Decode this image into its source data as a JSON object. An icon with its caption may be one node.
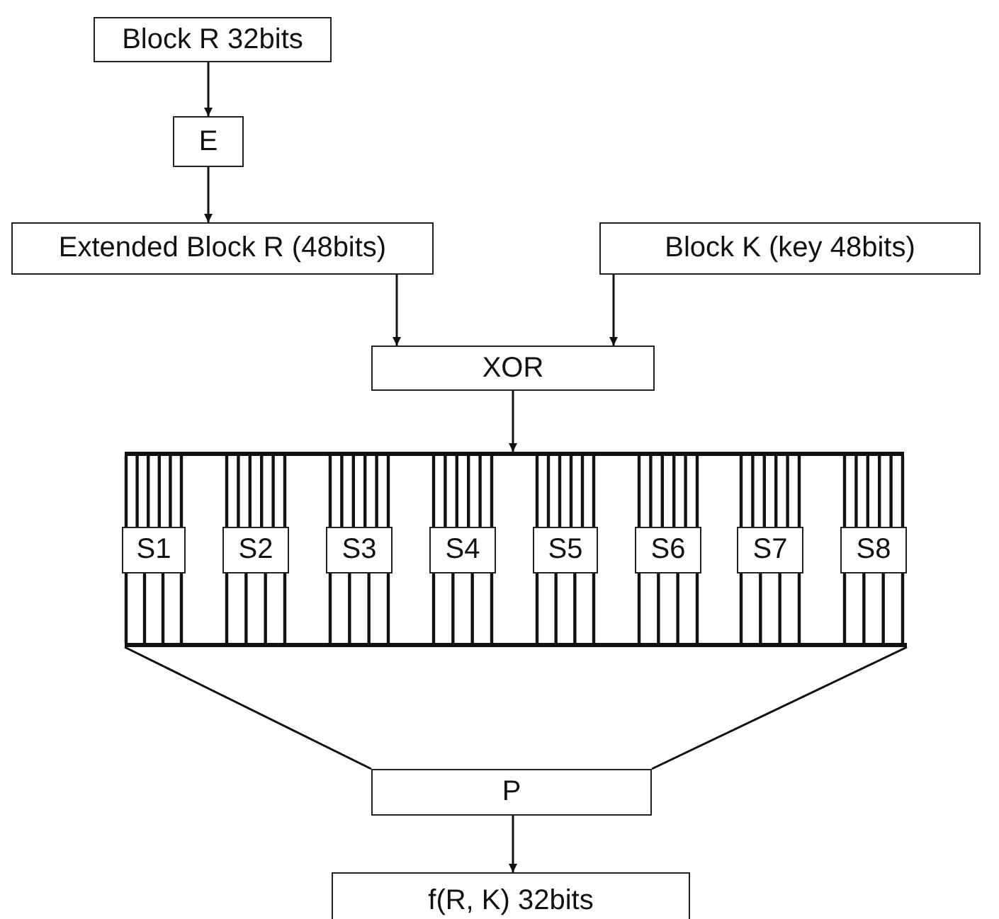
{
  "diagram": {
    "nodes": [
      {
        "text": [
          "Block R 32bits"
        ]
      },
      {
        "text": [
          "E"
        ]
      },
      {
        "text": [
          "Extended Block R (48bits)"
        ]
      },
      {
        "text": [
          "Block K (key 48bits)"
        ]
      },
      {
        "text": [
          "XOR"
        ]
      },
      {
        "text": [],
        "shape": "bar"
      },
      {
        "text": [
          "S1"
        ]
      },
      {
        "text": [
          "S2"
        ]
      },
      {
        "text": [
          "S3"
        ]
      },
      {
        "text": [
          "S4"
        ]
      },
      {
        "text": [
          "S5"
        ]
      },
      {
        "text": [
          "S6"
        ]
      },
      {
        "text": [
          "S7"
        ]
      },
      {
        "text": [
          "S8"
        ]
      },
      {
        "text": [],
        "shape": "bar"
      },
      {
        "text": [
          "P"
        ]
      },
      {
        "text": [
          "f(R, K) 32bits"
        ]
      }
    ],
    "edges": [
      {
        "from": 0,
        "to": 1,
        "arrow": "to"
      },
      {
        "from": 1,
        "to": 2,
        "arrow": "to"
      },
      {
        "from": 2,
        "to": 4,
        "arrow": "to"
      },
      {
        "from": 3,
        "to": 4,
        "arrow": "to"
      },
      {
        "from": 4,
        "to": 5,
        "arrow": "to"
      },
      {
        "from": 5,
        "to": 6,
        "arrow": "none"
      },
      {
        "from": 5,
        "to": 7,
        "arrow": "none"
      },
      {
        "from": 5,
        "to": 8,
        "arrow": "none"
      },
      {
        "from": 5,
        "to": 9,
        "arrow": "none"
      },
      {
        "from": 5,
        "to": 10,
        "arrow": "none"
      },
      {
        "from": 5,
        "to": 11,
        "arrow": "none"
      },
      {
        "from": 5,
        "to": 12,
        "arrow": "none"
      },
      {
        "from": 5,
        "to": 13,
        "arrow": "none"
      },
      {
        "from": 6,
        "to": 14,
        "arrow": "none"
      },
      {
        "from": 7,
        "to": 14,
        "arrow": "none"
      },
      {
        "from": 8,
        "to": 14,
        "arrow": "none"
      },
      {
        "from": 9,
        "to": 14,
        "arrow": "none"
      },
      {
        "from": 10,
        "to": 14,
        "arrow": "none"
      },
      {
        "from": 11,
        "to": 14,
        "arrow": "none"
      },
      {
        "from": 12,
        "to": 14,
        "arrow": "none"
      },
      {
        "from": 13,
        "to": 14,
        "arrow": "none"
      },
      {
        "from": 14,
        "to": 15,
        "arrow": "none"
      },
      {
        "from": 14,
        "to": 15,
        "arrow": "none"
      },
      {
        "from": 15,
        "to": 16,
        "arrow": "to"
      }
    ]
  }
}
